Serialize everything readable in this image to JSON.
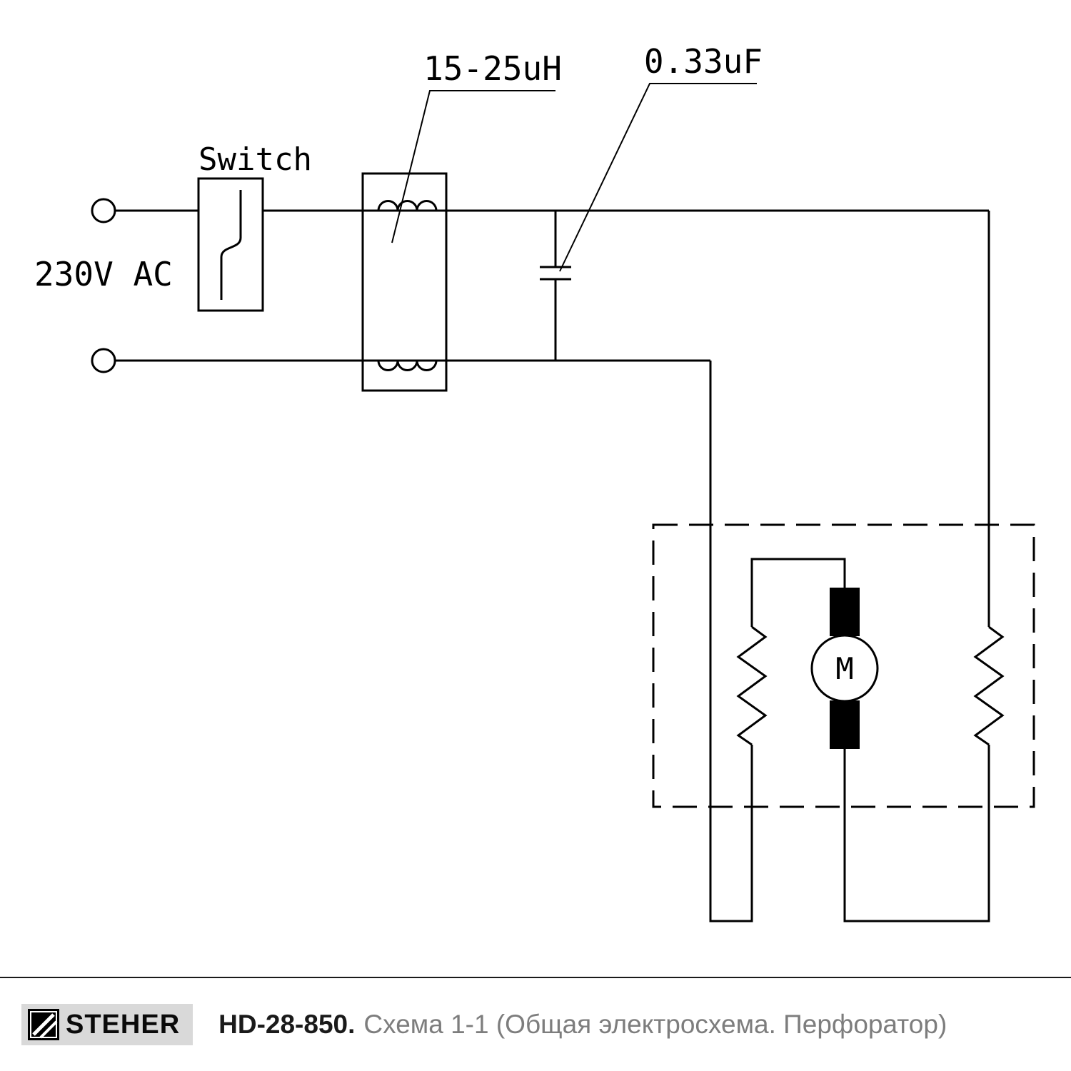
{
  "diagram": {
    "type": "circuit-schematic",
    "labels": {
      "supply_voltage": "230V AC",
      "switch": "Switch",
      "inductor_value": "15-25uH",
      "capacitor_value": "0.33uF",
      "motor": "M"
    }
  },
  "footer": {
    "brand": "STEHER",
    "model": "HD-28-850.",
    "caption": "Схема 1-1 (Общая электросхема. Перфоратор)"
  }
}
